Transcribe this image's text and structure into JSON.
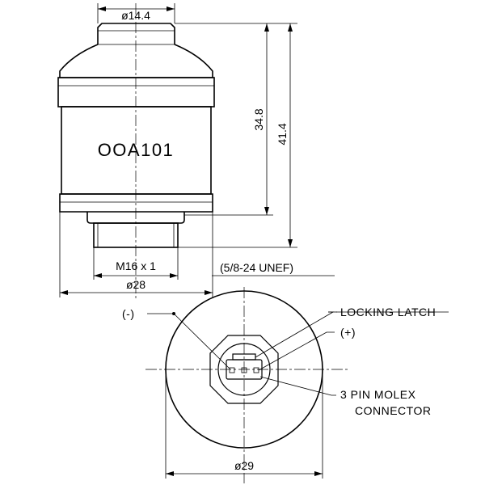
{
  "model_label": "OOA101",
  "dimensions": {
    "top_diameter": "ø14.4",
    "body_height": "34.8",
    "overall_height": "41.4",
    "thread": "M16 x 1",
    "thread_alt": "(5/8-24 UNEF)",
    "body_diameter": "ø28",
    "base_diameter": "ø29"
  },
  "callouts": {
    "negative": "(-)",
    "locking_latch": "LOCKING LATCH",
    "positive": "(+)",
    "connector_line1": "3 PIN MOLEX",
    "connector_line2": "CONNECTOR"
  }
}
